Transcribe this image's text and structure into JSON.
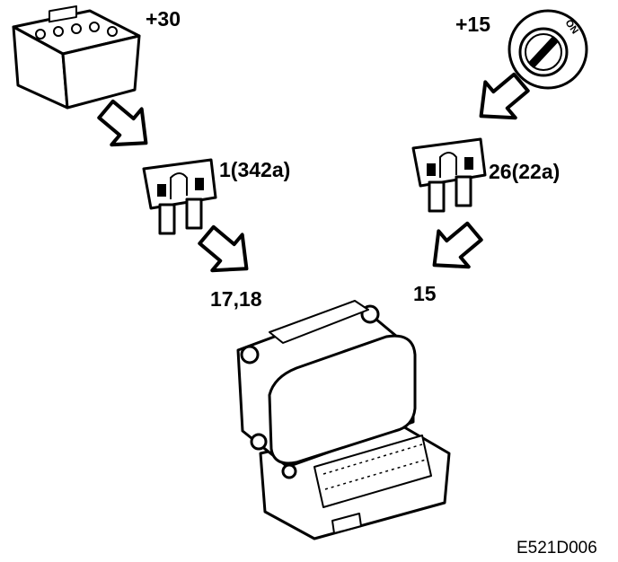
{
  "labels": {
    "battery_terminal": "+30",
    "ignition_terminal": "+15",
    "ignition_on": "ON",
    "fuse_1": "1(342a)",
    "fuse_2": "26(22a)",
    "pins_1": "17,18",
    "pins_2": "15",
    "figure_code": "E521D006"
  },
  "colors": {
    "line": "#000000",
    "background": "#ffffff"
  }
}
